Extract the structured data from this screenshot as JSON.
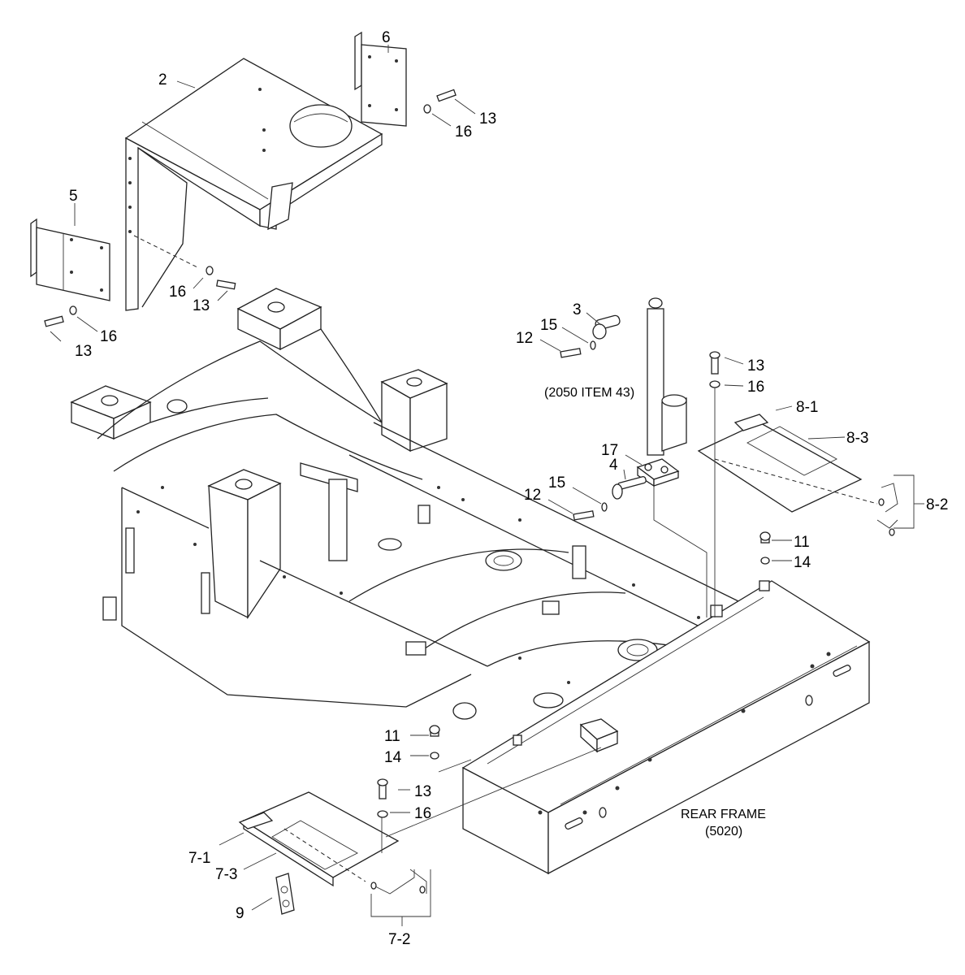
{
  "callouts": {
    "c2": "2",
    "c6": "6",
    "c13_a": "13",
    "c16_a": "16",
    "c5": "5",
    "c16_b": "16",
    "c13_b": "13",
    "c13_c": "13",
    "c16_c": "16",
    "c3": "3",
    "c15_a": "15",
    "c12_a": "12",
    "c13_d": "13",
    "c16_d": "16",
    "c8_1": "8-1",
    "c8_3": "8-3",
    "c17": "17",
    "c4": "4",
    "c15_b": "15",
    "c12_b": "12",
    "c8_2": "8-2",
    "c11_a": "11",
    "c14_a": "14",
    "c11_b": "11",
    "c14_b": "14",
    "c13_e": "13",
    "c16_e": "16",
    "c7_1": "7-1",
    "c7_3": "7-3",
    "c9": "9",
    "c7_2": "7-2"
  },
  "notes": {
    "ref_item": "(2050 ITEM 43)",
    "rear_frame": "REAR FRAME",
    "rear_frame_code": "(5020)"
  }
}
